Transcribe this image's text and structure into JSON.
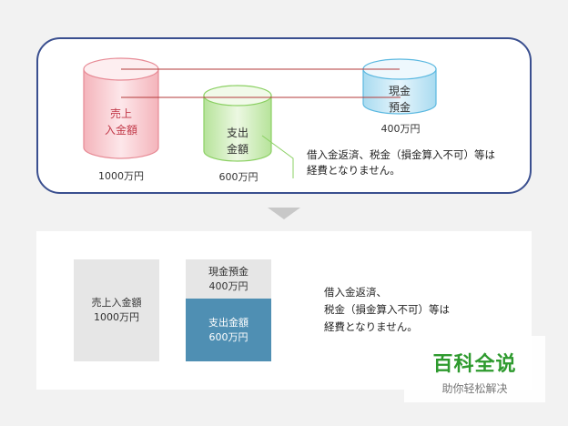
{
  "top": {
    "cylinders": [
      {
        "label": "売上\n入金額",
        "amount": "1000万円",
        "color": "#e78a95"
      },
      {
        "label": "支出\n金額",
        "amount": "600万円",
        "color": "#8bd063"
      },
      {
        "label": "現金\n預金",
        "amount": "400万円",
        "color": "#5ab8e0"
      }
    ],
    "note_line1": "借入金返済、税金（損金算入不可）等は",
    "note_line2": "経費となりません。"
  },
  "bottom": {
    "sales_label": "売上入金額",
    "sales_amount": "1000万円",
    "cash_label": "現金預金",
    "cash_amount": "400万円",
    "expense_label": "支出金額",
    "expense_amount": "600万円",
    "note_line1": "借入金返済、",
    "note_line2": "税金（損金算入不可）等は",
    "note_line3": "経費となりません。"
  },
  "watermark": {
    "title": "百科全说",
    "subtitle": "助你轻松解决"
  },
  "colors": {
    "panel_border": "#3a4f8f",
    "connector": "#b33a3a",
    "expense_box": "#4f8fb3",
    "gray_box": "#e6e6e6",
    "watermark_green": "#2e9a2e"
  }
}
